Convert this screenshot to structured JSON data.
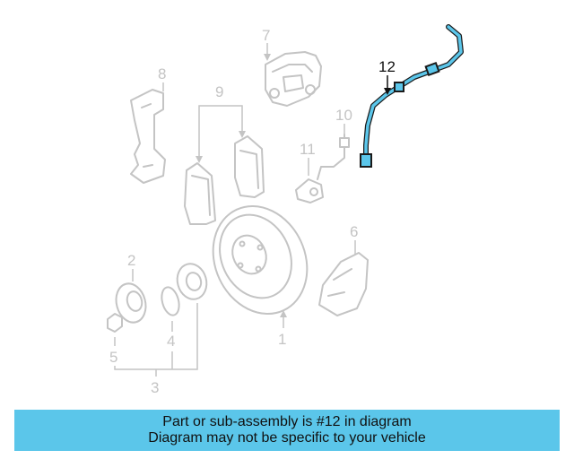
{
  "diagram": {
    "highlight_color": "#5bc6ea",
    "part_color": "#c4c4c4",
    "callouts": {
      "c1": "1",
      "c2": "2",
      "c3": "3",
      "c4": "4",
      "c5": "5",
      "c6": "6",
      "c7": "7",
      "c8": "8",
      "c9": "9",
      "c10": "10",
      "c11": "11",
      "c12": "12"
    }
  },
  "banner": {
    "line1": "Part or sub-assembly is #12 in diagram",
    "line2": "Diagram may not be specific to your vehicle"
  }
}
